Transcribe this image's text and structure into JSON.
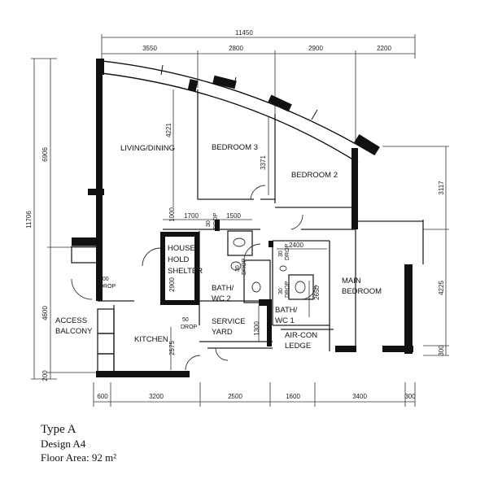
{
  "colors": {
    "wall": "#111111",
    "line": "#333333",
    "paper": "#ffffff"
  },
  "dimensions": {
    "top_overall": "11450",
    "top_segments": [
      "3550",
      "2800",
      "2900",
      "2200"
    ],
    "bottom_segments": [
      "600",
      "3200",
      "2500",
      "1600",
      "3400",
      "300"
    ],
    "left_overall": "11706",
    "left_segments": [
      "6906",
      "4600",
      "200"
    ],
    "right_segments": [
      "3117",
      "4225",
      "300"
    ],
    "inner": {
      "d4221": "4221",
      "d3371": "3371",
      "d1000": "1000",
      "d1700": "1700",
      "d1500": "1500",
      "d2400": "2400",
      "d2900": "2900",
      "d2650": "2650",
      "d1300": "1300",
      "d2575": "2575",
      "d100": "100",
      "d30a": "30",
      "d30b": "30",
      "d30c": "30",
      "d50": "50"
    }
  },
  "rooms": {
    "living": "LIVING/DINING",
    "bedroom3": "BEDROOM 3",
    "bedroom2": "BEDROOM 2",
    "shelter_1": "HOUSE-",
    "shelter_2": "HOLD",
    "shelter_3": "SHELTER",
    "bath2_1": "BATH/",
    "bath2_2": "WC 2",
    "main_1": "MAIN",
    "main_2": "BEDROOM",
    "bath1_1": "BATH/",
    "bath1_2": "WC 1",
    "service_1": "SERVICE",
    "service_2": "YARD",
    "kitchen": "KITCHEN",
    "access_1": "ACCESS",
    "access_2": "BALCONY",
    "aircon_1": "AIR-CON",
    "aircon_2": "LEDGE"
  },
  "drops": {
    "label": "DROP"
  },
  "caption": {
    "type": "Type A",
    "design": "Design A4",
    "area": "Floor Area: 92 m²"
  }
}
